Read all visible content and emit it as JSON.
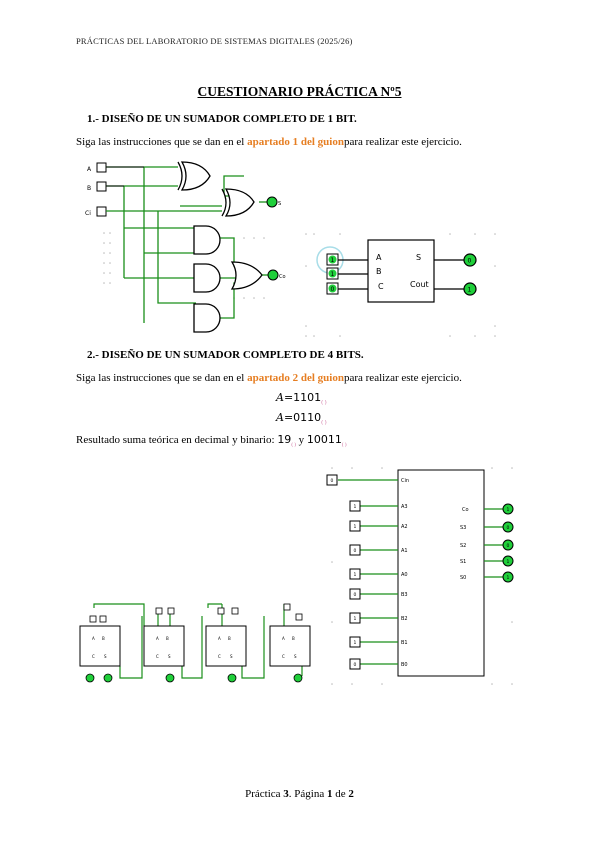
{
  "header": "PRÁCTICAS DEL LABORATORIO DE SISTEMAS DIGITALES (2025/26)",
  "title": "CUESTIONARIO PRÁCTICA Nº5",
  "section1": {
    "heading": "1.- DISEÑO DE UN SUMADOR COMPLETO DE 1 BIT.",
    "instr_before": "Siga las instrucciones que se dan en el ",
    "instr_link": "apartado 1 del guion",
    "instr_after": "para realizar este ejercicio.",
    "circuit_inputs": [
      "A",
      "B",
      "Ci"
    ],
    "circuit_outputs": [
      "S",
      "Co"
    ],
    "block": {
      "inputs": [
        "A",
        "B",
        "C"
      ],
      "outputs": [
        "S",
        "Cout"
      ],
      "input_values": [
        "1",
        "1",
        "0"
      ],
      "output_values": [
        "0",
        "1"
      ]
    }
  },
  "section2": {
    "heading": "2.- DISEÑO DE UN SUMADOR COMPLETO DE 4 BITS.",
    "instr_before": "Siga las instrucciones que se dan en el ",
    "instr_link": "apartado 2 del guion",
    "instr_after": "para realizar este ejercicio.",
    "eq1_var": "A",
    "eq1_val": "=1101",
    "eq2_var": "A",
    "eq2_val": "=0110",
    "subscript": "( )",
    "result_label": "Resultado suma teórica en decimal y binario: ",
    "result_dec": "19",
    "result_and": " y ",
    "result_bin": "10011",
    "chip_inputs": [
      "Cin",
      "A3",
      "A2",
      "A1",
      "A0",
      "B3",
      "B2",
      "B1",
      "B0"
    ],
    "chip_outputs": [
      "Co",
      "S3",
      "S2",
      "S1",
      "S0"
    ],
    "input_values": [
      "0",
      "1",
      "1",
      "0",
      "1",
      "0",
      "1",
      "1",
      "0"
    ],
    "output_values": [
      "1",
      "0",
      "0",
      "1",
      "1"
    ]
  },
  "footer": {
    "prefix": "Práctica ",
    "num": "3",
    "mid": ". Página ",
    "page": "1",
    "of": " de ",
    "total": "2"
  },
  "colors": {
    "wire_green": "#1a8f1a",
    "led_green": "#1fcf3a",
    "link_orange": "#e67e22"
  }
}
